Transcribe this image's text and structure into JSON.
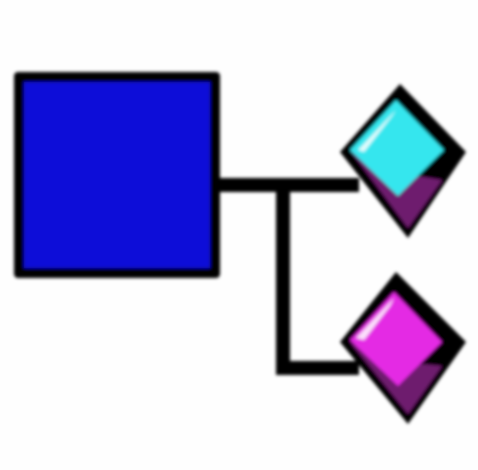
{
  "icon": {
    "name": "hierarchy-diagram-icon",
    "colors": {
      "background": "#fefefe",
      "root_fill": "#0a0ad8",
      "outline": "#000000",
      "connector": "#000000",
      "child_top_fill": "#34e6ee",
      "child_top_shadow": "#6e1a6e",
      "child_bottom_fill": "#e42ae4",
      "child_bottom_shadow": "#6e1a6e"
    },
    "nodes": {
      "root": "blue-square-node",
      "children": [
        "cyan-diamond-node",
        "magenta-diamond-node"
      ]
    }
  }
}
